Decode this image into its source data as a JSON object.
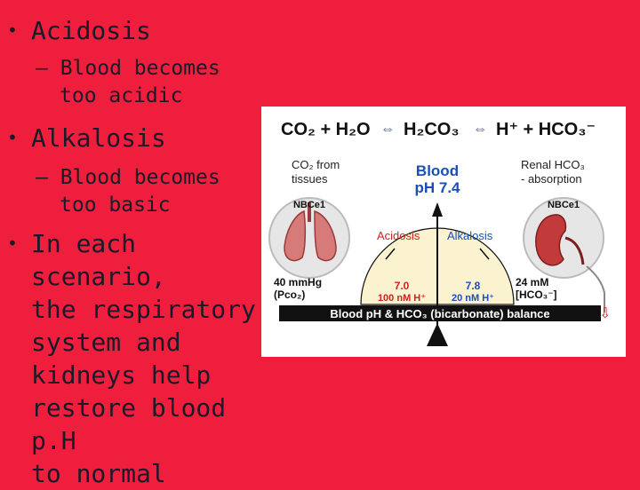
{
  "bullets": [
    {
      "label": "Acidosis",
      "sub": [
        "– Blood becomes",
        "too acidic"
      ]
    },
    {
      "label": "Alkalosis",
      "sub": [
        "– Blood becomes",
        "too basic"
      ]
    },
    {
      "label_lines": [
        "In each scenario,",
        "the respiratory",
        "system and",
        "kidneys help",
        "restore blood p.H",
        "to normal"
      ]
    }
  ],
  "figure": {
    "equation": {
      "co2": "CO₂ + H₂O",
      "h2co3": "H₂CO₃",
      "ions": "H⁺ + HCO₃⁻"
    },
    "left_title": [
      "CO₂ from",
      "tissues"
    ],
    "right_title": [
      "Renal HCO₃",
      "- absorption"
    ],
    "center_title": [
      "Blood",
      "pH 7.4"
    ],
    "nbce_left": "NBCe1",
    "nbce_right": "NBCe1",
    "acidosis": "Acidosis",
    "alkalosis": "Alkalosis",
    "left_value": [
      "40 mmHg",
      "(Pco₂)"
    ],
    "right_value": [
      "24 mM",
      "[HCO₃⁻]"
    ],
    "acid_value": [
      "7.0",
      "100 nM H⁺"
    ],
    "alk_value": [
      "7.8",
      "20 nM H⁺"
    ],
    "bar_text": "Blood pH & HCO₃ (bicarbonate) balance",
    "colors": {
      "red": "#cc2222",
      "blue": "#1a4fb5",
      "dark": "#111111"
    }
  }
}
